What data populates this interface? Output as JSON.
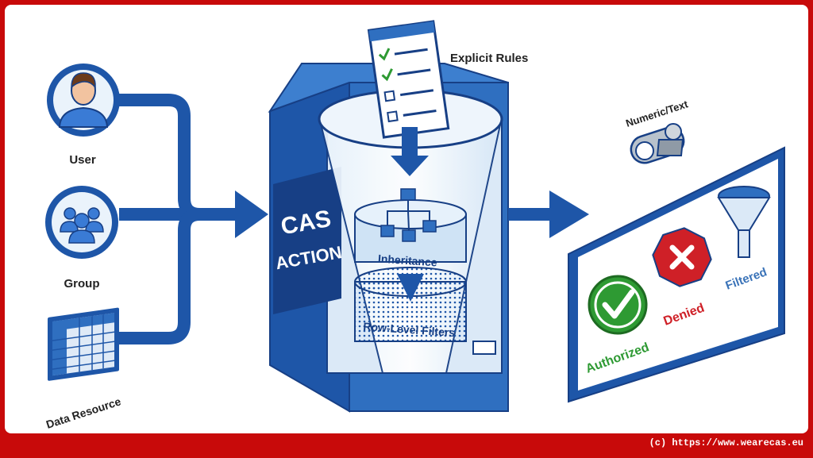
{
  "colors": {
    "frame": "#c80a0a",
    "blue_dark": "#173f85",
    "blue": "#1e56a8",
    "blue_mid": "#2f6fc0",
    "blue_light": "#cfe3f5",
    "green": "#2e9a33",
    "red": "#cf2027",
    "filtered_blue": "#3a73b8"
  },
  "inputs": {
    "user": {
      "label": "User",
      "icon": "user-avatar-icon"
    },
    "group": {
      "label": "Group",
      "icon": "group-icon"
    },
    "data_resource": {
      "label": "Data Resource",
      "icon": "data-grid-icon"
    }
  },
  "engine": {
    "title_line1": "CAS",
    "title_line2": "ACTION",
    "explicit_rules": "Explicit Rules",
    "inheritance": "Inheritance",
    "row_filters": "Row-Level Filters"
  },
  "toggle": {
    "label": "Numeric/Text",
    "icon": "toggle-switch-icon"
  },
  "results": {
    "authorized": "Authorized",
    "denied": "Denied",
    "filtered": "Filtered"
  },
  "footer": {
    "copyright": "(c) https://www.wearecas.eu"
  }
}
